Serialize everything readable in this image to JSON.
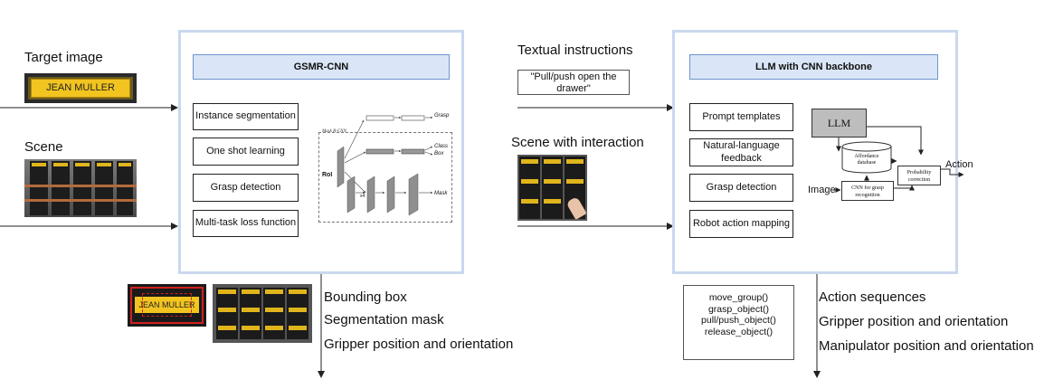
{
  "left": {
    "target_image_label": "Target image",
    "target_plate_text": "JEAN MULLER",
    "scene_label": "Scene",
    "panel_title": "GSMR-CNN",
    "modules": [
      "Instance segmentation",
      "One shot learning",
      "Grasp detection",
      "Multi-task loss function"
    ],
    "maskrcnn": {
      "title": "Mask R-CNN",
      "roi": "RoI",
      "grasp": "Grasp",
      "class": "Class",
      "box": "Box",
      "mask": "Mask",
      "x4": "x4"
    },
    "crop_plate_text": "JEAN MULLER",
    "outputs": [
      "Bounding box",
      "Segmentation mask",
      "Gripper position and orientation"
    ]
  },
  "right": {
    "instructions_label": "Textual instructions",
    "instruction_text": "\"Pull/push open the drawer\"",
    "scene_label": "Scene with interaction",
    "panel_title": "LLM with CNN backbone",
    "modules": [
      "Prompt templates",
      "Natural-language feedback",
      "Grasp detection",
      "Robot action mapping"
    ],
    "inner": {
      "llm": "LLM",
      "db_line1": "Affordance",
      "db_line2": "database",
      "prob_line1": "Probability",
      "prob_line2": "correction",
      "cnn_line1": "CNN for grasp",
      "cnn_line2": "recognition",
      "image": "Image",
      "action": "Action"
    },
    "code": [
      "move_group()",
      "grasp_object()",
      "pull/push_object()",
      "release_object()"
    ],
    "outputs": [
      "Action sequences",
      "Gripper position and orientation",
      "Manipulator position and orientation"
    ]
  },
  "colors": {
    "panel_border": "#c9d8ef",
    "title_fill": "#dae6f7",
    "title_border": "#6f93cc",
    "plate_yellow": "#f2c420"
  }
}
